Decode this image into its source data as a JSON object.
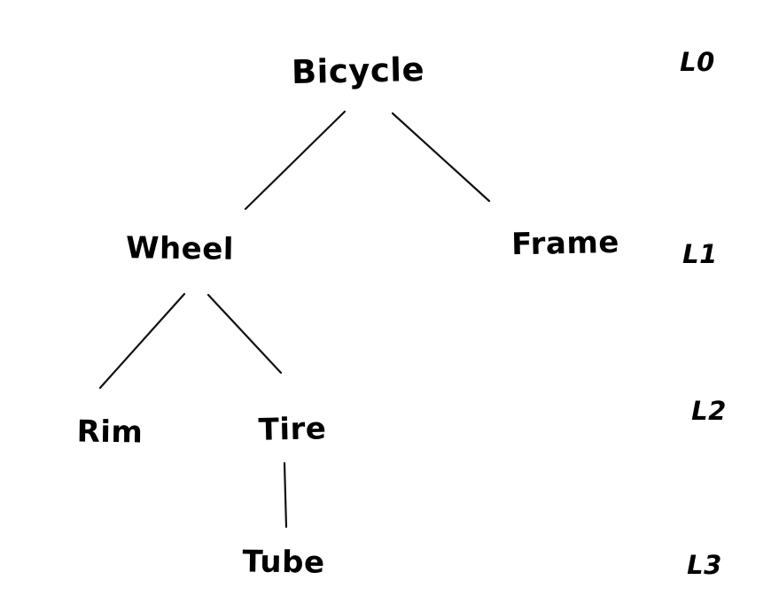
{
  "diagram": {
    "type": "tree",
    "background": "#ffffff",
    "ink_color": "#000000",
    "nodes": [
      {
        "id": "bicycle",
        "label": "Bicycle",
        "level": 0,
        "parent": null
      },
      {
        "id": "wheel",
        "label": "Wheel",
        "level": 1,
        "parent": "bicycle"
      },
      {
        "id": "frame",
        "label": "Frame",
        "level": 1,
        "parent": "bicycle"
      },
      {
        "id": "rim",
        "label": "Rim",
        "level": 2,
        "parent": "wheel"
      },
      {
        "id": "tire",
        "label": "Tire",
        "level": 2,
        "parent": "wheel"
      },
      {
        "id": "tube",
        "label": "Tube",
        "level": 3,
        "parent": "tire"
      }
    ],
    "edges": [
      {
        "from": "Bicycle",
        "to": "Wheel"
      },
      {
        "from": "Bicycle",
        "to": "Frame"
      },
      {
        "from": "Wheel",
        "to": "Rim"
      },
      {
        "from": "Wheel",
        "to": "Tire"
      },
      {
        "from": "Tire",
        "to": "Tube"
      }
    ],
    "level_labels": [
      {
        "label": "L0"
      },
      {
        "label": "L1"
      },
      {
        "label": "L2"
      },
      {
        "label": "L3"
      }
    ]
  }
}
